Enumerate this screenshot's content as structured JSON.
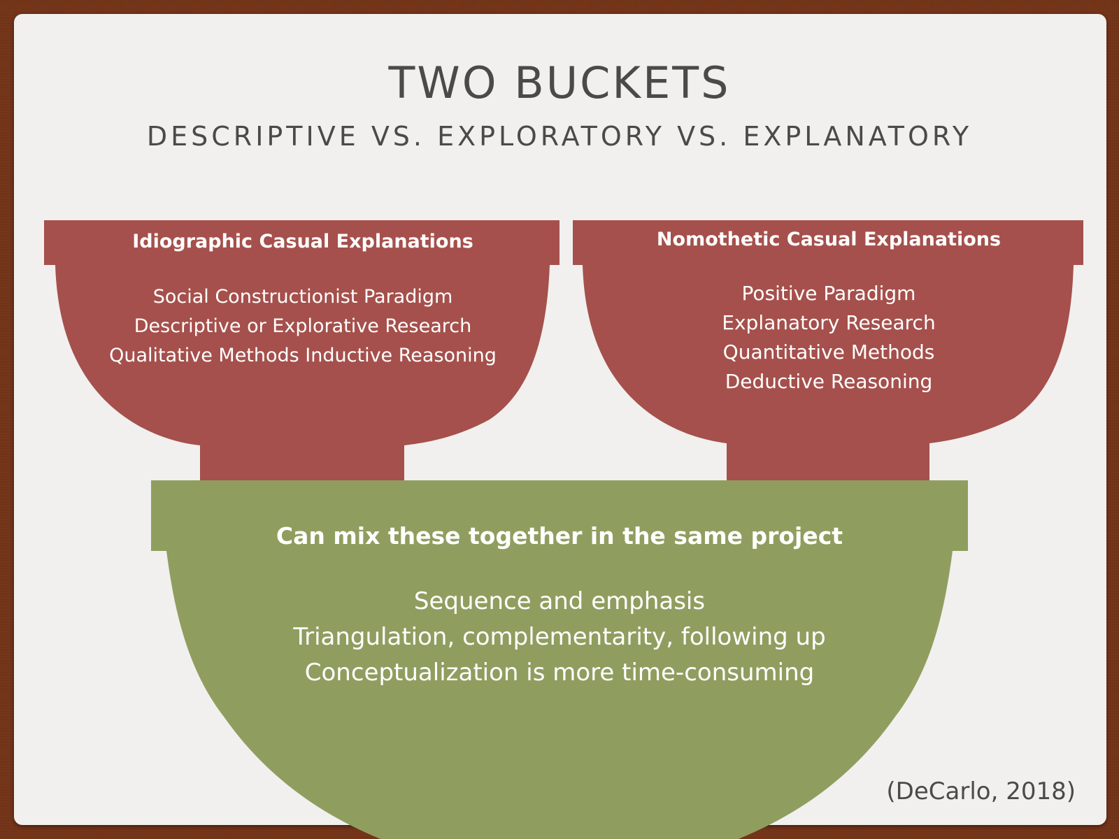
{
  "slide": {
    "title": "TWO BUCKETS",
    "subtitle": "DESCRIPTIVE VS. EXPLORATORY VS. EXPLANATORY",
    "citation": "(DeCarlo, 2018)"
  },
  "colors": {
    "background_frame": "#743418",
    "slide_background": "#f1f0ee",
    "title_text": "#4b4a47",
    "red_bucket": "#a5504c",
    "green_bucket": "#8f9e5f",
    "bucket_text": "#ffffff"
  },
  "buckets": [
    {
      "heading": "Idiographic Casual Explanations",
      "lines": [
        "Social Constructionist Paradigm",
        "Descriptive or Explorative Research",
        "Qualitative Methods Inductive Reasoning"
      ]
    },
    {
      "heading": "Nomothetic Casual Explanations",
      "lines": [
        "Positive Paradigm",
        "Explanatory Research",
        "Quantitative Methods",
        "Deductive Reasoning"
      ]
    }
  ],
  "mixing_bowl": {
    "heading": "Can mix these together in the same project",
    "lines": [
      "Sequence and emphasis",
      "Triangulation, complementarity, following up",
      "Conceptualization is more time-consuming"
    ]
  }
}
